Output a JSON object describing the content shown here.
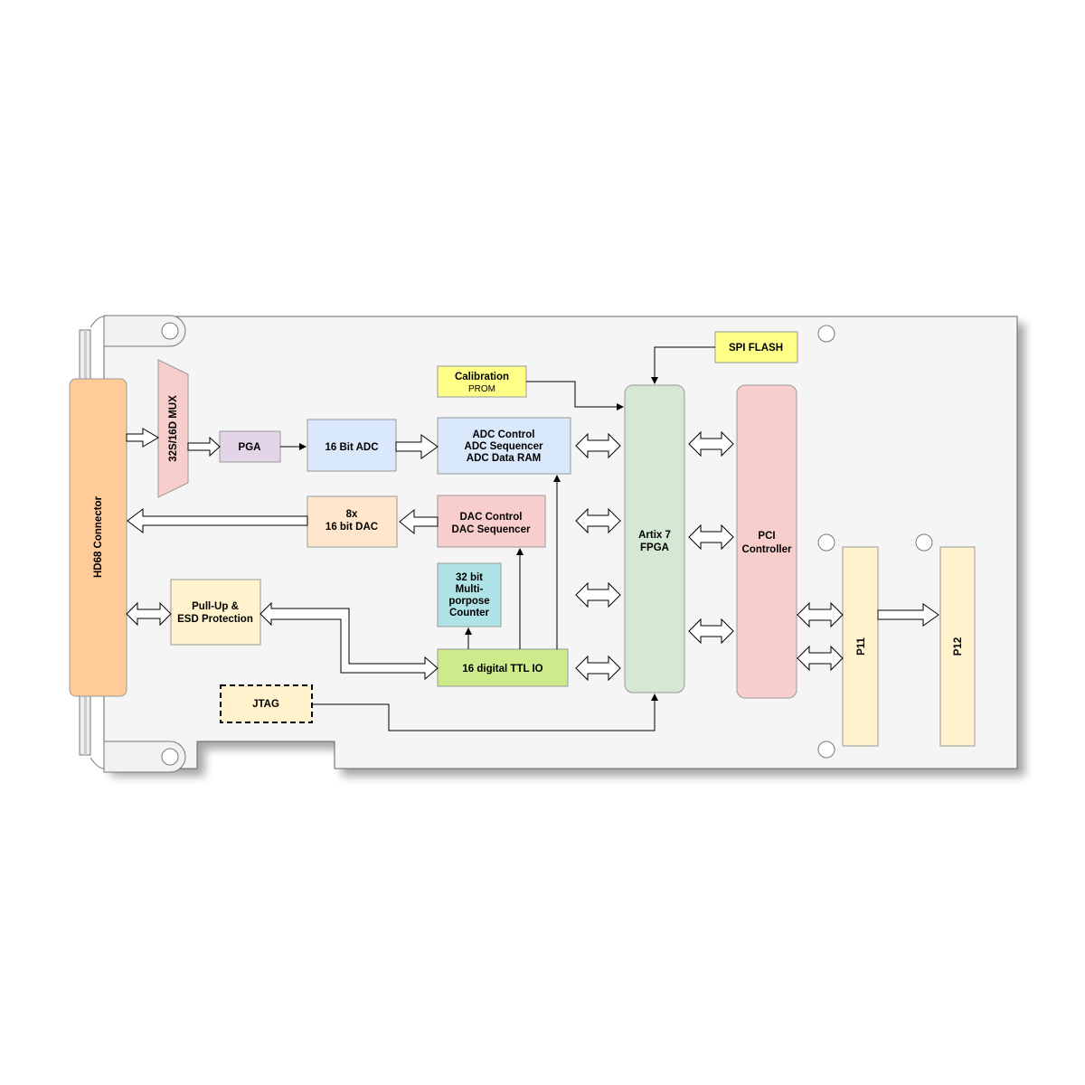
{
  "blocks": {
    "hd68": "HD68 Connector",
    "mux": "32S/16D MUX",
    "pga": "PGA",
    "adc": "16 Bit ADC",
    "adc_ctrl": [
      "ADC Control",
      "ADC Sequencer",
      "ADC Data RAM"
    ],
    "dac": [
      "8x",
      "16 bit DAC"
    ],
    "dac_ctrl": [
      "DAC Control",
      "DAC Sequencer"
    ],
    "calibration": [
      "Calibration",
      "PROM"
    ],
    "counter": [
      "32 bit",
      "Multi-",
      "porpose",
      "Counter"
    ],
    "pullup": [
      "Pull-Up &",
      "ESD Protection"
    ],
    "ttl": "16 digital TTL IO",
    "jtag": "JTAG",
    "spi_flash": "SPI FLASH",
    "fpga": [
      "Artix 7",
      "FPGA"
    ],
    "pci": [
      "PCI",
      "Controller"
    ],
    "p11": "P11",
    "p12": "P12"
  },
  "colors": {
    "board": "#f5f5f5",
    "hd68": "#ffcc99",
    "mux": "#f8cecc",
    "pga": "#e1d5e7",
    "adc_blue": "#dae8fc",
    "dac_orange": "#ffe6cc",
    "dac_ctrl_red": "#f8cecc",
    "yellow": "#ffff88",
    "counter_cyan": "#b0e3e6",
    "pullup": "#fff2cc",
    "ttl_green": "#cdeb8b",
    "fpga_green": "#d5e8d4",
    "pci_red": "#f8cecc",
    "connector_p": "#fff2cc"
  }
}
